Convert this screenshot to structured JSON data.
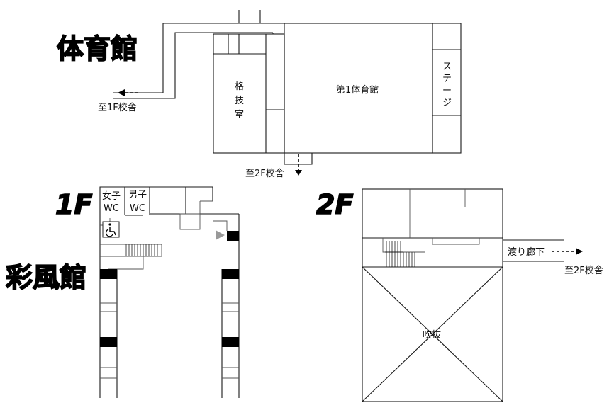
{
  "titles": {
    "gym_building": "体育館",
    "floor_1": "1F",
    "floor_2": "2F",
    "saifu_building": "彩風館"
  },
  "gym": {
    "dojo": [
      "格",
      "技",
      "室"
    ],
    "main_gym": "第1体育館",
    "stage": [
      "ス",
      "テ",
      "ー",
      "ジ"
    ],
    "to_school_1f": "至1F校舎",
    "to_school_2f": "至2F校舎"
  },
  "floor1": {
    "women_wc": [
      "女子",
      "WC"
    ],
    "men_wc": [
      "男子",
      "WC"
    ],
    "accessible_icon": "wheelchair-icon"
  },
  "floor2": {
    "atrium": "吹抜",
    "corridor": "渡り廊下",
    "to_school_2f": "至2F校舎"
  },
  "colors": {
    "line": "#1a1a1a",
    "fill": "#000000",
    "arrow_gray": "#999999"
  }
}
